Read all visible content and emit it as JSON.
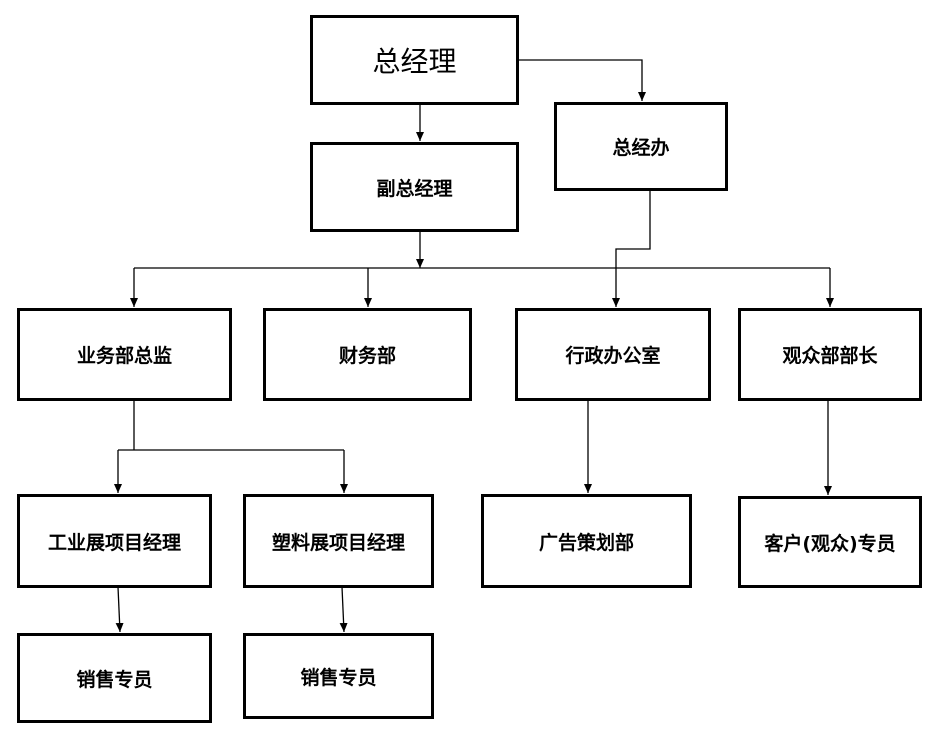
{
  "org_chart": {
    "general_manager": "总经理",
    "general_office": "总经办",
    "deputy_general_manager": "副总经理",
    "business_director": "业务部总监",
    "finance_department": "财务部",
    "administration_office": "行政办公室",
    "audience_department_head": "观众部部长",
    "industrial_expo_manager": "工业展项目经理",
    "plastics_expo_manager": "塑料展项目经理",
    "advertising_planning_department": "广告策划部",
    "audience_specialist": "客户(观众)专员",
    "sales_specialist_1": "销售专员",
    "sales_specialist_2": "销售专员"
  }
}
